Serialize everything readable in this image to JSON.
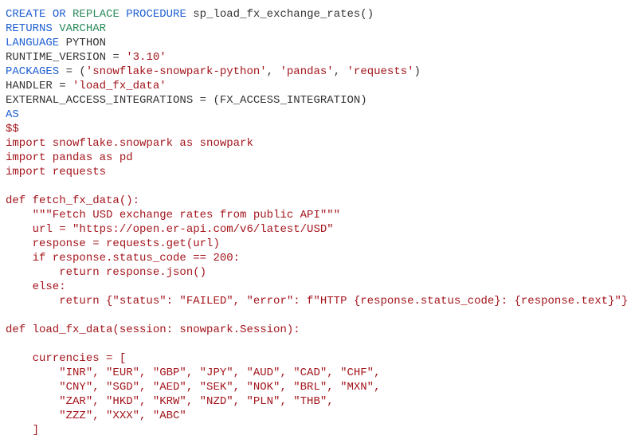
{
  "colors": {
    "kw": "#1f5fd1",
    "type": "#2b8a5a",
    "plain": "#333333",
    "str": "#a3151c"
  },
  "lines": [
    [
      {
        "t": "CREATE ",
        "c": "kw"
      },
      {
        "t": "OR ",
        "c": "kw"
      },
      {
        "t": "REPLACE ",
        "c": "type"
      },
      {
        "t": "PROCEDURE ",
        "c": "kw"
      },
      {
        "t": "sp_load_fx_exchange_rates()",
        "c": "plain"
      }
    ],
    [
      {
        "t": "RETURNS ",
        "c": "kw"
      },
      {
        "t": "VARCHAR",
        "c": "type"
      }
    ],
    [
      {
        "t": "LANGUAGE ",
        "c": "kw"
      },
      {
        "t": "PYTHON",
        "c": "plain"
      }
    ],
    [
      {
        "t": "RUNTIME_VERSION = ",
        "c": "plain"
      },
      {
        "t": "'3.10'",
        "c": "str"
      }
    ],
    [
      {
        "t": "PACKAGES",
        "c": "kw"
      },
      {
        "t": " = (",
        "c": "plain"
      },
      {
        "t": "'snowflake-snowpark-python'",
        "c": "str"
      },
      {
        "t": ", ",
        "c": "plain"
      },
      {
        "t": "'pandas'",
        "c": "str"
      },
      {
        "t": ", ",
        "c": "plain"
      },
      {
        "t": "'requests'",
        "c": "str"
      },
      {
        "t": ")",
        "c": "plain"
      }
    ],
    [
      {
        "t": "HANDLER = ",
        "c": "plain"
      },
      {
        "t": "'load_fx_data'",
        "c": "str"
      }
    ],
    [
      {
        "t": "EXTERNAL_ACCESS_INTEGRATIONS = (FX_ACCESS_INTEGRATION)",
        "c": "plain"
      }
    ],
    [
      {
        "t": "AS",
        "c": "kw"
      }
    ],
    [
      {
        "t": "$$",
        "c": "str"
      }
    ],
    [
      {
        "t": "import snowflake.snowpark as snowpark",
        "c": "str"
      }
    ],
    [
      {
        "t": "import pandas as pd",
        "c": "str"
      }
    ],
    [
      {
        "t": "import requests",
        "c": "str"
      }
    ],
    [],
    [
      {
        "t": "def fetch_fx_data():",
        "c": "str"
      }
    ],
    [
      {
        "t": "    \"\"\"Fetch USD exchange rates from public API\"\"\"",
        "c": "str"
      }
    ],
    [
      {
        "t": "    url = \"https://open.er-api.com/v6/latest/USD\"",
        "c": "str"
      }
    ],
    [
      {
        "t": "    response = requests.get(url)",
        "c": "str"
      }
    ],
    [
      {
        "t": "    if response.status_code == 200:",
        "c": "str"
      }
    ],
    [
      {
        "t": "        return response.json()",
        "c": "str"
      }
    ],
    [
      {
        "t": "    else:",
        "c": "str"
      }
    ],
    [
      {
        "t": "        return {\"status\": \"FAILED\", \"error\": f\"HTTP {response.status_code}: {response.text}\"}",
        "c": "str"
      }
    ],
    [],
    [
      {
        "t": "def load_fx_data(session: snowpark.Session):",
        "c": "str"
      }
    ],
    [],
    [
      {
        "t": "    currencies = [",
        "c": "str"
      }
    ],
    [
      {
        "t": "        \"INR\", \"EUR\", \"GBP\", \"JPY\", \"AUD\", \"CAD\", \"CHF\",",
        "c": "str"
      }
    ],
    [
      {
        "t": "        \"CNY\", \"SGD\", \"AED\", \"SEK\", \"NOK\", \"BRL\", \"MXN\",",
        "c": "str"
      }
    ],
    [
      {
        "t": "        \"ZAR\", \"HKD\", \"KRW\", \"NZD\", \"PLN\", \"THB\",",
        "c": "str"
      }
    ],
    [
      {
        "t": "        \"ZZZ\", \"XXX\", \"ABC\"",
        "c": "str"
      }
    ],
    [
      {
        "t": "    ]",
        "c": "str"
      }
    ]
  ]
}
